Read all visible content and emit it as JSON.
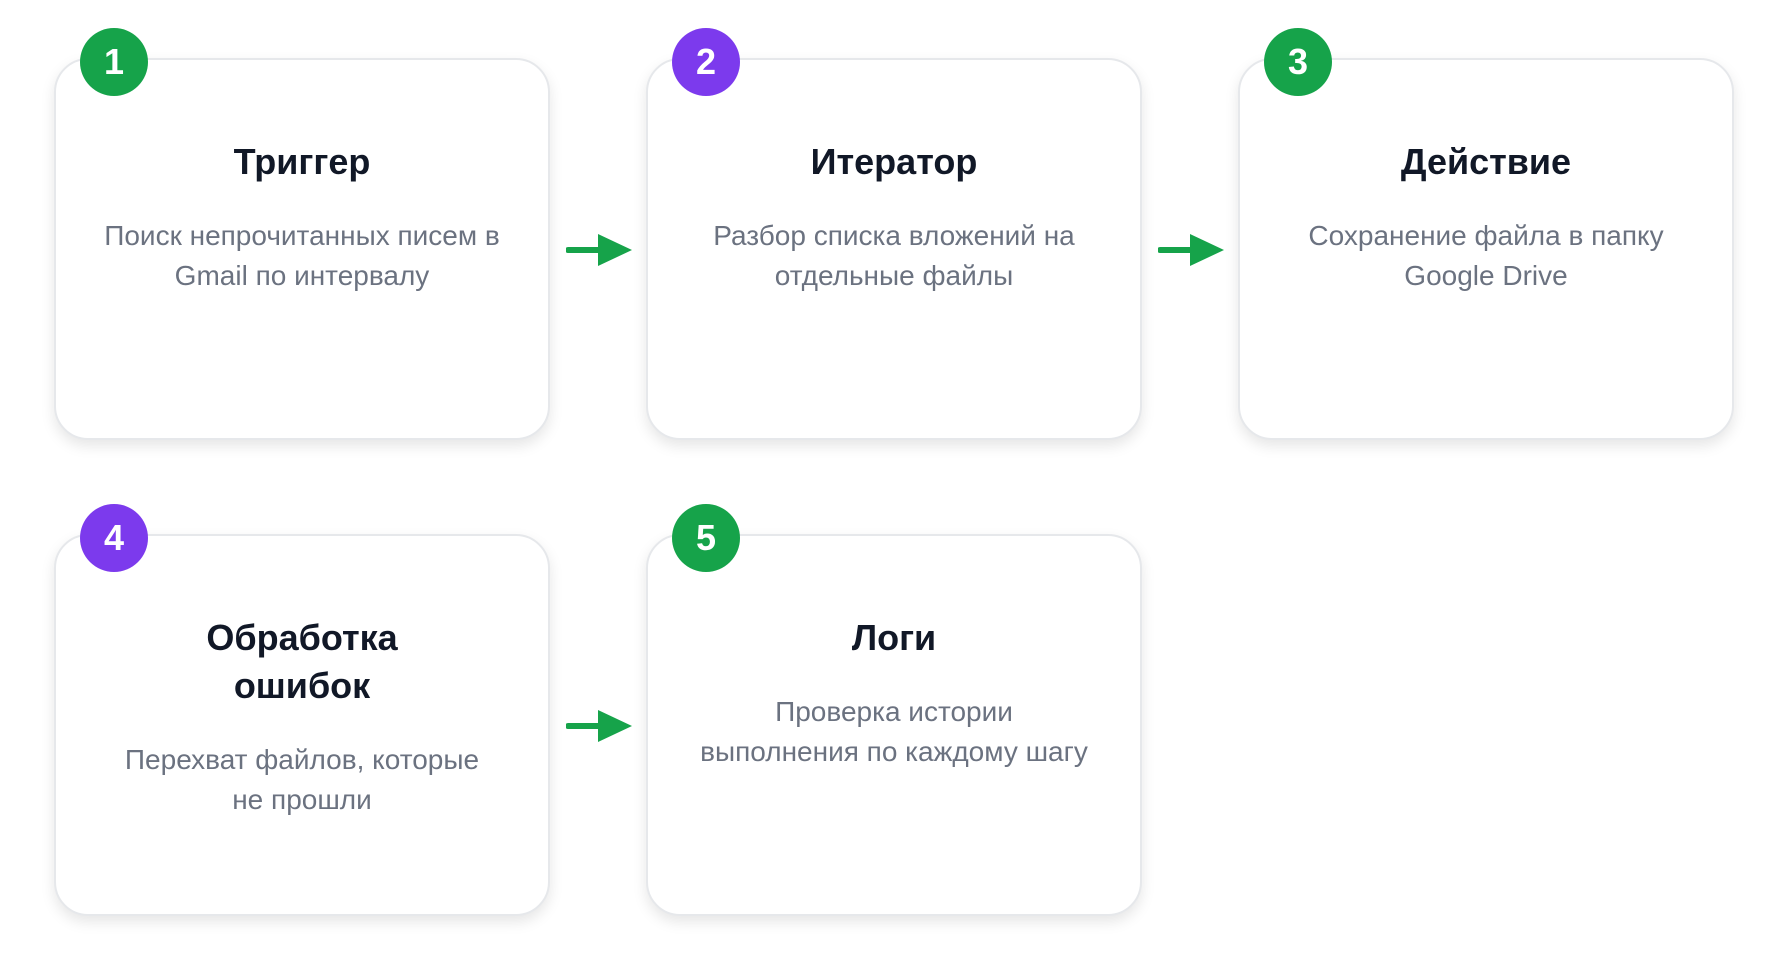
{
  "colors": {
    "green": "#16a34a",
    "purple": "#7c3aed",
    "arrow": "#16a34a"
  },
  "steps": [
    {
      "number": "1",
      "title": "Триггер",
      "description": "Поиск непрочитанных писем в Gmail по интервалу",
      "badge_color": "#16a34a"
    },
    {
      "number": "2",
      "title": "Итератор",
      "description": "Разбор списка вложений на отдельные файлы",
      "badge_color": "#7c3aed"
    },
    {
      "number": "3",
      "title": "Действие",
      "description": "Сохранение файла в папку Google Drive",
      "badge_color": "#16a34a"
    },
    {
      "number": "4",
      "title": "Обработка ошибок",
      "description": "Перехват файлов, которые не прошли",
      "badge_color": "#7c3aed"
    },
    {
      "number": "5",
      "title": "Логи",
      "description": "Проверка истории выполнения по каждому шагу",
      "badge_color": "#16a34a"
    }
  ],
  "arrow_icon": "arrow-right-icon"
}
